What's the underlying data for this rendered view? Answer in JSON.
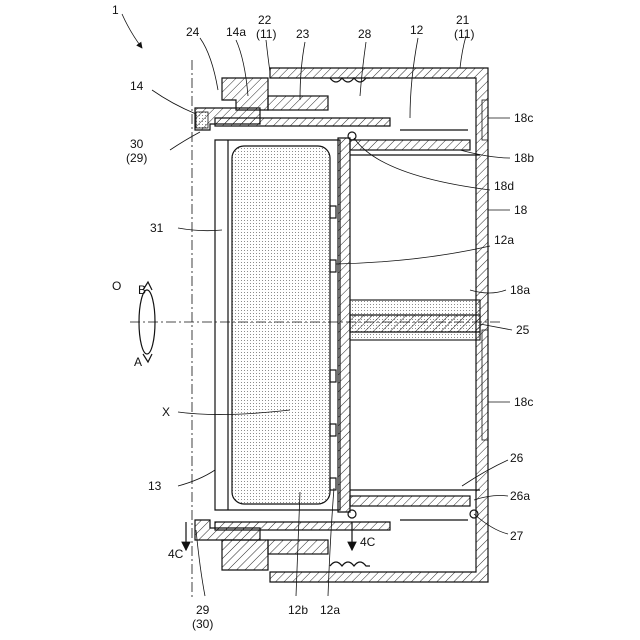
{
  "figure": {
    "main_ref": "1",
    "axis": "O",
    "arrow_a": "A",
    "arrow_b": "B",
    "section_mark": "4C"
  },
  "labels": {
    "l24": "24",
    "l14a": "14a",
    "l22": "22",
    "l22p": "(11)",
    "l23": "23",
    "l28": "28",
    "l12": "12",
    "l21": "21",
    "l21p": "(11)",
    "l14": "14",
    "l18c_top": "18c",
    "l30": "30",
    "l30p": "(29)",
    "l18b": "18b",
    "l18d": "18d",
    "l18": "18",
    "l31": "31",
    "l12a_top": "12a",
    "l18a": "18a",
    "l25": "25",
    "l18c_mid": "18c",
    "lX": "X",
    "l26": "26",
    "l13": "13",
    "l26a": "26a",
    "l27": "27",
    "l29": "29",
    "l29p": "(30)",
    "l12b": "12b",
    "l12a_bot": "12a"
  }
}
